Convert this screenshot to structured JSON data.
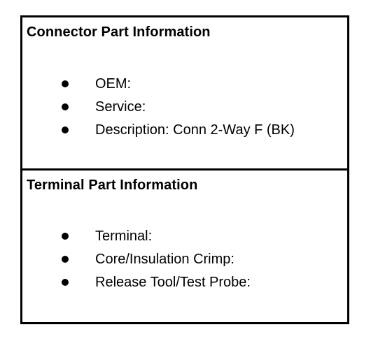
{
  "connector": {
    "title": "Connector Part Information",
    "items": [
      "OEM:",
      "Service:",
      "Description: Conn 2-Way F (BK)"
    ]
  },
  "terminal": {
    "title": "Terminal Part Information",
    "items": [
      "Terminal:",
      "Core/Insulation Crimp:",
      "Release Tool/Test Probe:"
    ]
  }
}
